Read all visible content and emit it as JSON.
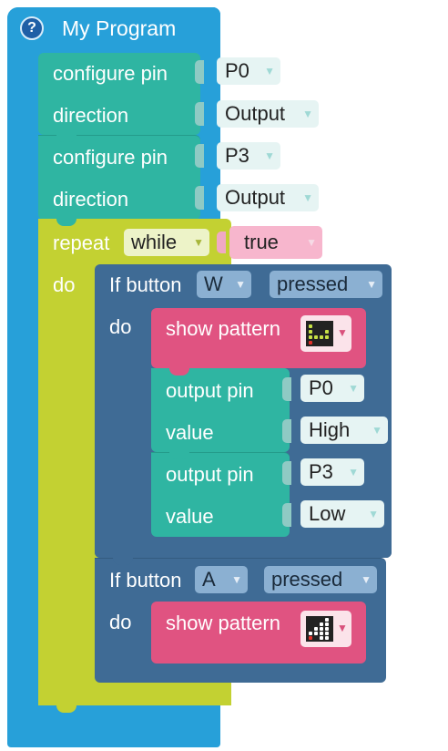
{
  "program": {
    "title": "My Program",
    "help_icon": "question-circle-icon"
  },
  "config": [
    {
      "configure_label": "configure pin",
      "pin": "P0",
      "direction_label": "direction",
      "direction": "Output"
    },
    {
      "configure_label": "configure pin",
      "pin": "P3",
      "direction_label": "direction",
      "direction": "Output"
    }
  ],
  "loop": {
    "repeat_label": "repeat",
    "mode": "while",
    "condition": "true",
    "do_label": "do"
  },
  "if_blocks": [
    {
      "if_label": "If button",
      "button": "W",
      "state": "pressed",
      "do_label": "do",
      "show_label": "show pattern",
      "outputs": [
        {
          "output_label": "output pin",
          "pin": "P0",
          "value_label": "value",
          "value": "High"
        },
        {
          "output_label": "output pin",
          "pin": "P3",
          "value_label": "value",
          "value": "Low"
        }
      ]
    },
    {
      "if_label": "If button",
      "button": "A",
      "state": "pressed",
      "do_label": "do",
      "show_label": "show pattern"
    }
  ],
  "colors": {
    "program": "#27a0d9",
    "config": "#2fb5a2",
    "loop": "#c3d132",
    "if": "#3f6b95",
    "pattern": "#e05381",
    "output": "#2fb5a2"
  }
}
